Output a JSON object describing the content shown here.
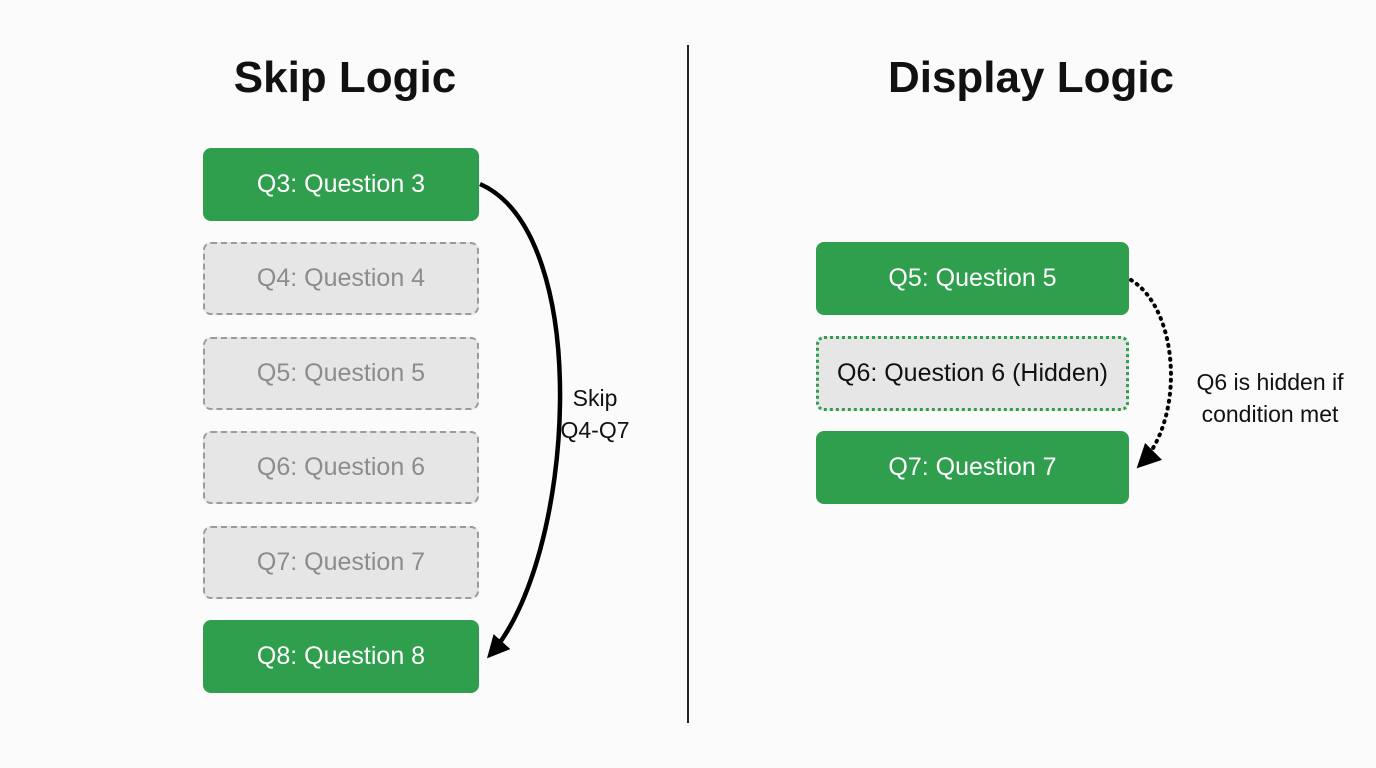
{
  "skip_logic": {
    "title": "Skip Logic",
    "questions": [
      {
        "label": "Q3: Question 3",
        "state": "active"
      },
      {
        "label": "Q4: Question 4",
        "state": "skipped"
      },
      {
        "label": "Q5: Question 5",
        "state": "skipped"
      },
      {
        "label": "Q6: Question 6",
        "state": "skipped"
      },
      {
        "label": "Q7: Question 7",
        "state": "skipped"
      },
      {
        "label": "Q8: Question 8",
        "state": "active"
      }
    ],
    "annotation_line1": "Skip",
    "annotation_line2": "Q4-Q7"
  },
  "display_logic": {
    "title": "Display Logic",
    "questions": [
      {
        "label": "Q5: Question 5",
        "state": "active"
      },
      {
        "label": "Q6: Question 6 (Hidden)",
        "state": "hidden"
      },
      {
        "label": "Q7: Question 7",
        "state": "active"
      }
    ],
    "annotation_line1": "Q6 is hidden if",
    "annotation_line2": "condition met"
  },
  "colors": {
    "active_green": "#2f9e4d",
    "skipped_gray": "#e6e6e6",
    "text_dark": "#111111",
    "arrow": "#000000"
  }
}
